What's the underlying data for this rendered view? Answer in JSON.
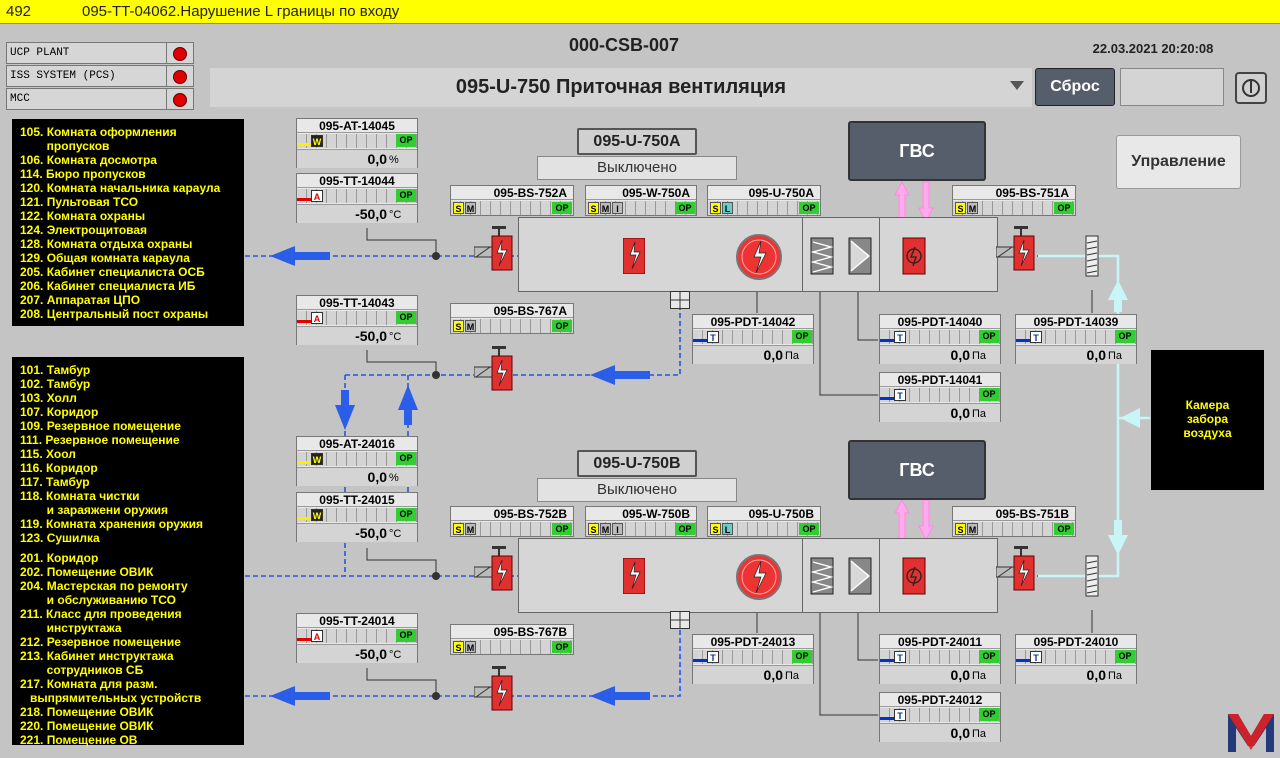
{
  "alarm": {
    "number": "492",
    "message": "095-TT-04062.Нарушение L границы по входу"
  },
  "status": [
    {
      "label": "UCP PLANT",
      "state_color": "#e00000"
    },
    {
      "label": "ISS SYSTEM (PCS)",
      "state_color": "#e00000"
    },
    {
      "label": "MCC",
      "state_color": "#e00000"
    }
  ],
  "header": {
    "plant": "000-CSB-007",
    "datetime": "22.03.2021 20:20:08",
    "title": "095-U-750 Приточная вентиляция",
    "reset_label": "Сброс",
    "control_label": "Управление"
  },
  "rooms_a": [
    "105. Комната оформления",
    "        пропусков",
    "106. Комната досмотра",
    "114. Бюро пропусков",
    "120. Комната начальника караула",
    "121. Пультовая ТСО",
    "122. Комната охраны",
    "124. Электрощитовая",
    "128. Комната отдыха охраны",
    "129. Общая комната караула",
    "205. Кабинет специалиста ОСБ",
    "206. Кабинет специалиста ИБ",
    "207. Аппаратая ЦПО",
    "208. Центральный пост охраны"
  ],
  "rooms_b": [
    "101. Тамбур",
    "102. Тамбур",
    "103. Холл",
    "107. Коридор",
    "109. Резервное помещение",
    "111. Резервное помещение",
    "115. Хоол",
    "116. Коридор",
    "117. Тамбур",
    "118. Комната чистки",
    "        и зараяжени оружия",
    "119. Комната хранения оружия",
    "123. Сушилка",
    "",
    "201. Коридор",
    "202. Помещение ОВИК",
    "204. Мастерская по ремонту",
    "        и обслуживанию ТСО",
    "211. Класс для проведения",
    "        инструктажа",
    "212. Резервное помещение",
    "213. Кабинет инструктажа",
    "        сотрудников СБ",
    "217. Комната для разм.",
    "   выпрямительных устройств",
    "218. Помещение ОВИК",
    "220. Помещение ОВИК",
    "221. Помещение ОВ"
  ],
  "camera": "Камера\nзабора\nвоздуха",
  "units": [
    {
      "name": "095-U-750A",
      "state": "Выключено",
      "gvs": "ГВС",
      "bs752": "095-BS-752A",
      "w750": "095-W-750A",
      "u750": "095-U-750A",
      "bs751": "095-BS-751A",
      "bs767": "095-BS-767A"
    },
    {
      "name": "095-U-750B",
      "state": "Выключено",
      "gvs": "ГВС",
      "bs752": "095-BS-752B",
      "w750": "095-W-750B",
      "u750": "095-U-750B",
      "bs751": "095-BS-751B",
      "bs767": "095-BS-767B"
    }
  ],
  "instruments": {
    "at14045": {
      "tag": "095-AT-14045",
      "value": "0,0",
      "unit": "%"
    },
    "tt14044": {
      "tag": "095-TT-14044",
      "value": "-50,0",
      "unit": "°C"
    },
    "tt14043": {
      "tag": "095-TT-14043",
      "value": "-50,0",
      "unit": "°C"
    },
    "at24016": {
      "tag": "095-AT-24016",
      "value": "0,0",
      "unit": "%"
    },
    "tt24015": {
      "tag": "095-TT-24015",
      "value": "-50,0",
      "unit": "°C"
    },
    "tt24014": {
      "tag": "095-TT-24014",
      "value": "-50,0",
      "unit": "°C"
    },
    "pdt14042": {
      "tag": "095-PDT-14042",
      "value": "0,0",
      "unit": "Па"
    },
    "pdt14040": {
      "tag": "095-PDT-14040",
      "value": "0,0",
      "unit": "Па"
    },
    "pdt14039": {
      "tag": "095-PDT-14039",
      "value": "0,0",
      "unit": "Па"
    },
    "pdt14041": {
      "tag": "095-PDT-14041",
      "value": "0,0",
      "unit": "Па"
    },
    "pdt24013": {
      "tag": "095-PDT-24013",
      "value": "0,0",
      "unit": "Па"
    },
    "pdt24011": {
      "tag": "095-PDT-24011",
      "value": "0,0",
      "unit": "Па"
    },
    "pdt24010": {
      "tag": "095-PDT-24010",
      "value": "0,0",
      "unit": "Па"
    },
    "pdt24012": {
      "tag": "095-PDT-24012",
      "value": "0,0",
      "unit": "Па"
    }
  },
  "labels": {
    "op": "OP",
    "w": "W",
    "a": "A",
    "t": "T",
    "s": "S",
    "m": "M",
    "i": "I",
    "l": "L"
  }
}
